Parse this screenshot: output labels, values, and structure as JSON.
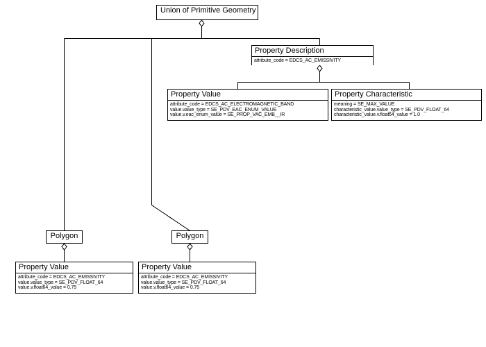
{
  "diagram": {
    "type": "uml-object-instance-diagram",
    "nodes": {
      "union_primitive_geometry": {
        "title": "Union of Primitive Geometry",
        "attributes": []
      },
      "property_description": {
        "title": "Property Description",
        "attributes": [
          "attribute_code = EDCS_AC_EMISSIVITY"
        ]
      },
      "property_value_em_band": {
        "title": "Property Value",
        "attributes": [
          "attribute_code = EDCS_AC_ELECTROMAGNETIC_BAND",
          "value.value_type = SE_PDV_EAC_ENUM_VALUE",
          "value.v.eac_enum_value = SE_PROP_VAC_EMB__IR"
        ]
      },
      "property_characteristic": {
        "title": "Property Characteristic",
        "attributes": [
          "meaning = SE_MAX_VALUE",
          "characteristic_value.value_type = SE_PDV_FLOAT_64",
          "characteristic_value.v.float64_value = 1.0"
        ]
      },
      "polygon_left": {
        "title": "Polygon",
        "attributes": []
      },
      "polygon_right": {
        "title": "Polygon",
        "attributes": []
      },
      "property_value_left": {
        "title": "Property Value",
        "attributes": [
          "attribute_code = EDCS_AC_EMISSIVITY",
          "value.value_type = SE_PDV_FLOAT_64",
          "value.v.float64_value = 0.75"
        ]
      },
      "property_value_right": {
        "title": "Property Value",
        "attributes": [
          "attribute_code = EDCS_AC_EMISSIVITY",
          "value.value_type = SE_PDV_FLOAT_64",
          "value.v.float64_value = 0.75"
        ]
      }
    },
    "colors": {
      "line": "#000000",
      "background": "#ffffff",
      "text": "#000000"
    }
  }
}
